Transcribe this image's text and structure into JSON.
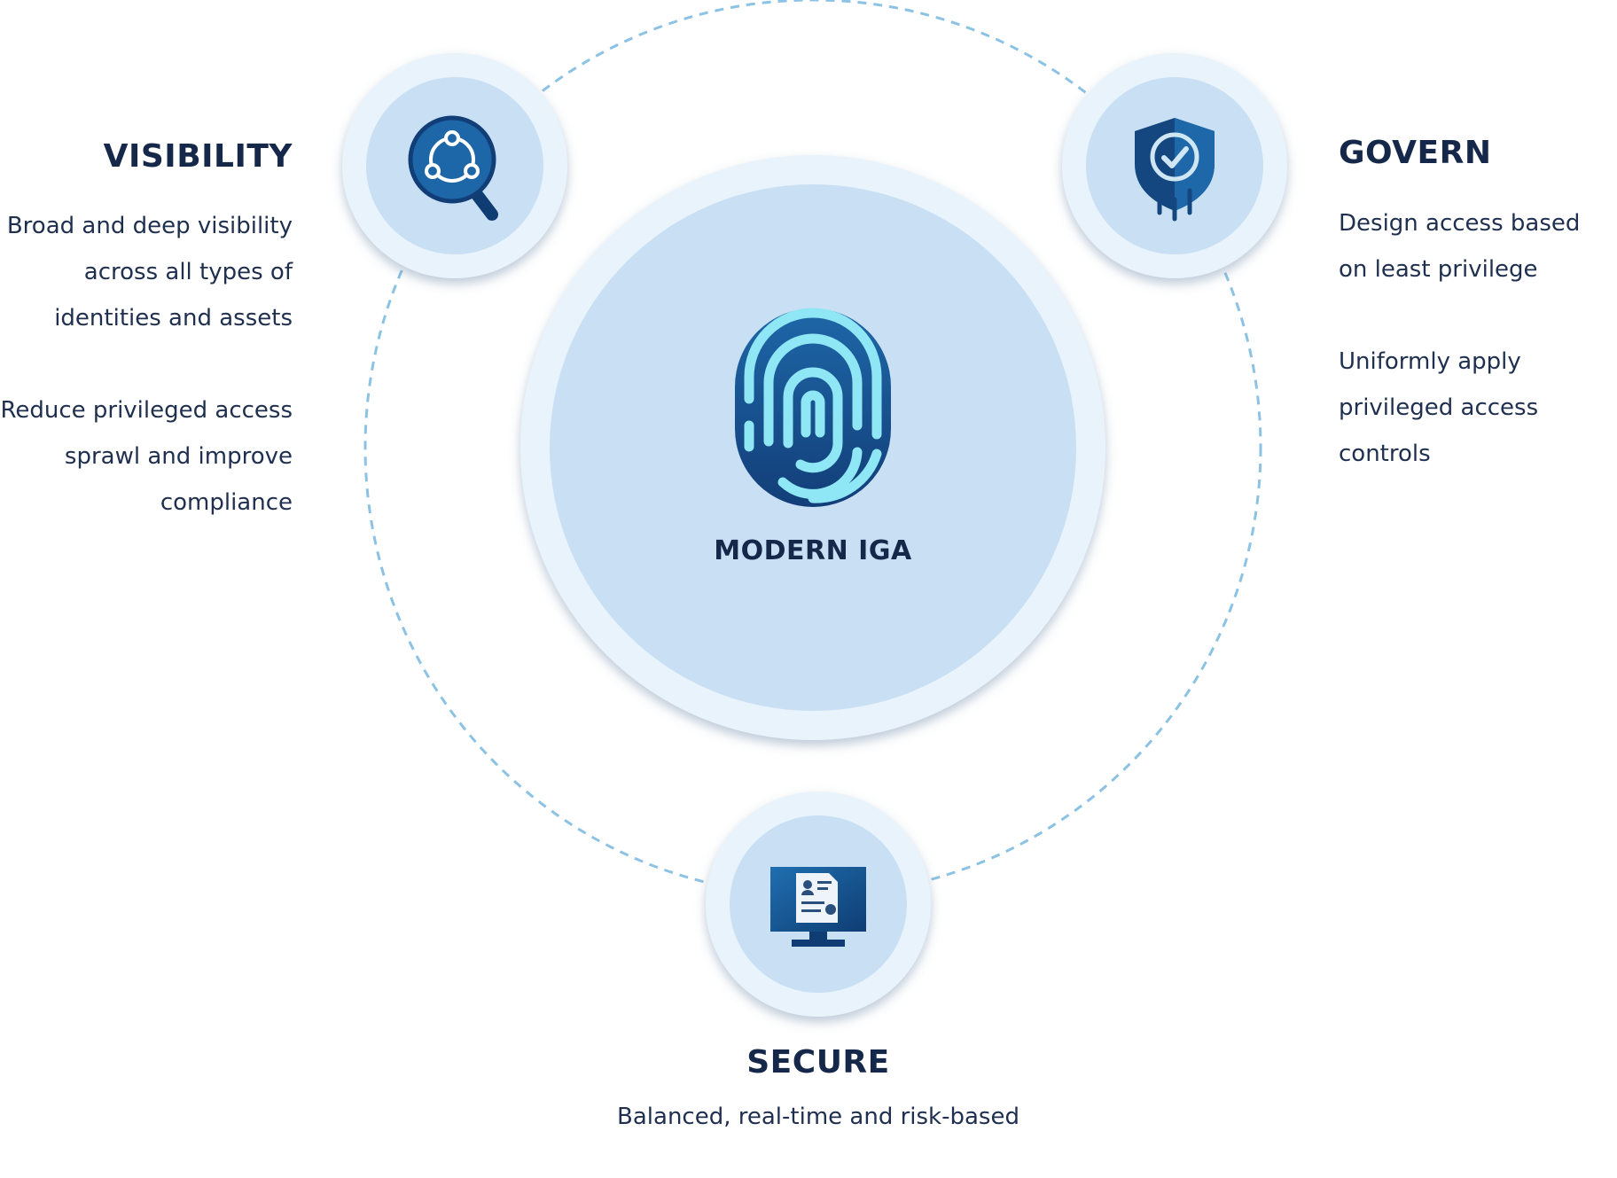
{
  "center": {
    "label": "MODERN IGA",
    "icon": "fingerprint-icon"
  },
  "visibility": {
    "title": "VISIBILITY",
    "icon": "search-network-icon",
    "points": [
      "Broad and deep visibility across all types of identities and assets",
      "Reduce privileged access sprawl and improve compliance"
    ]
  },
  "govern": {
    "title": "GOVERN",
    "icon": "shield-check-icon",
    "points": [
      "Design access based on least privilege",
      "Uniformly apply privileged access controls"
    ]
  },
  "secure": {
    "title": "SECURE",
    "icon": "monitor-document-icon",
    "points": [
      "Balanced, real-time and risk-based"
    ]
  },
  "colors": {
    "ring": "#e8f3fc",
    "disk": "#c9dff3",
    "dashed": "#8cc2e4",
    "icon_dark": "#14477f",
    "icon_light": "#8fe6f5",
    "text": "#15284a"
  }
}
